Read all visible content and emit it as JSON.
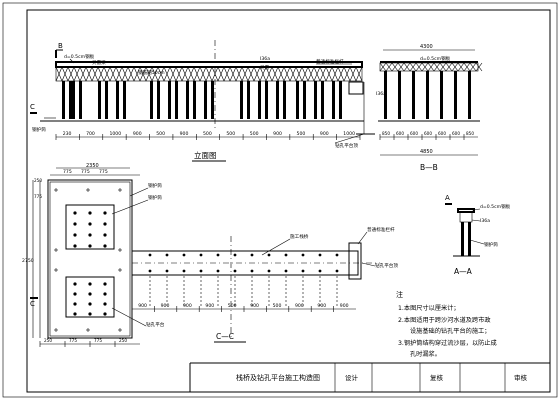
{
  "section_marks": {
    "b_top": "B",
    "c_left": "C",
    "a_top": "A"
  },
  "elevation": {
    "title": "立面图",
    "labels": {
      "deck_top_left": "d=0.5cm钢板",
      "deck_beam": "贝雷梁",
      "deck_support": "钢筋网50cm",
      "deck_top_right": "I36a",
      "deck_sub": "贝雷",
      "rail_right": "普通标准栏杆",
      "tube_left": "钢护筒",
      "ground_right": "钻孔平台顶"
    },
    "spans": [
      "230",
      "700",
      "1000",
      "900",
      "500",
      "900",
      "500",
      "500",
      "500",
      "900",
      "500",
      "900",
      "1000"
    ]
  },
  "section_bb": {
    "title": "B—B",
    "top_dim": "4300",
    "top_label": "d=0.5cm钢板",
    "side_label": "I36a",
    "spans": [
      "850",
      "600",
      "600",
      "600",
      "600",
      "600",
      "850"
    ],
    "total": "4850"
  },
  "section_aa": {
    "title": "A—A",
    "labels": {
      "top": "d=0.5cm钢板",
      "mid": "I36a",
      "bottom": "钢护筒"
    }
  },
  "plan": {
    "title": "C—C",
    "top_dims": [
      "775",
      "775",
      "775"
    ],
    "top_total": "2350",
    "left_dims": [
      "250",
      "775",
      "775",
      "775",
      "250"
    ],
    "left_total": "2750",
    "labels": {
      "tube": "钢护筒",
      "casing": "钢护筒",
      "walkway": "施工栈桥",
      "rail": "普通标准栏杆",
      "ground": "钻孔平台顶",
      "platform": "钻孔平台"
    },
    "bottom_spans": [
      "900",
      "900",
      "900",
      "900",
      "500",
      "900",
      "500",
      "900",
      "900",
      "900"
    ],
    "bottom_left": [
      "250",
      "775",
      "775",
      "250"
    ]
  },
  "notes": {
    "title": "注",
    "items": [
      "1.本图尺寸以厘米计；",
      "2.本图适用于跨沙河水道及跨市政",
      "设施基础的钻孔平台的施工；",
      "3.钢护筒结构穿过流沙层，以防止成",
      "孔时漏浆。"
    ]
  },
  "title_block": {
    "name": "栈桥及钻孔平台施工构造图",
    "design": "设计",
    "check": "复核",
    "review": "审核"
  }
}
